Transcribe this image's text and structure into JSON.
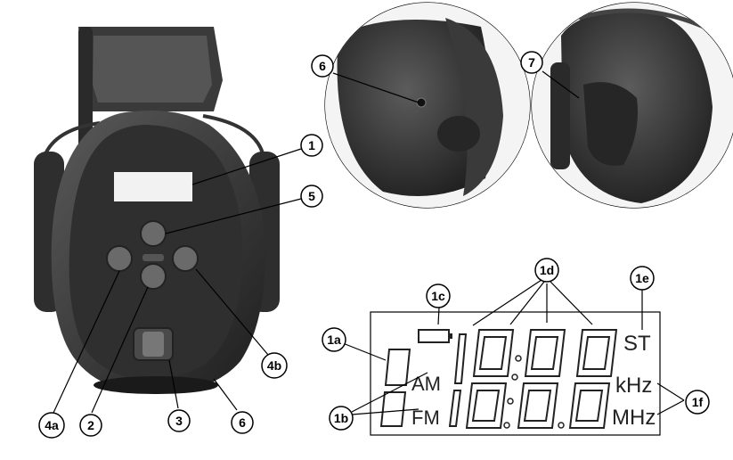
{
  "diagram": {
    "colors": {
      "device_dark": "#2b2b2b",
      "device_mid": "#4a4a4a",
      "line": "#000000",
      "background": "#ffffff"
    },
    "callouts": {
      "c1": "1",
      "c5": "5",
      "c4a": "4a",
      "c2": "2",
      "c3": "3",
      "c6_bottom": "6",
      "c4b": "4b",
      "c6_detail": "6",
      "c7": "7",
      "c1a": "1a",
      "c1b": "1b",
      "c1c": "1c",
      "c1d": "1d",
      "c1e": "1e",
      "c1f": "1f"
    },
    "lcd": {
      "am": "AM",
      "fm": "FM",
      "st": "ST",
      "khz": "kHz",
      "mhz": "MHz",
      "icon": "battery-icon"
    }
  }
}
